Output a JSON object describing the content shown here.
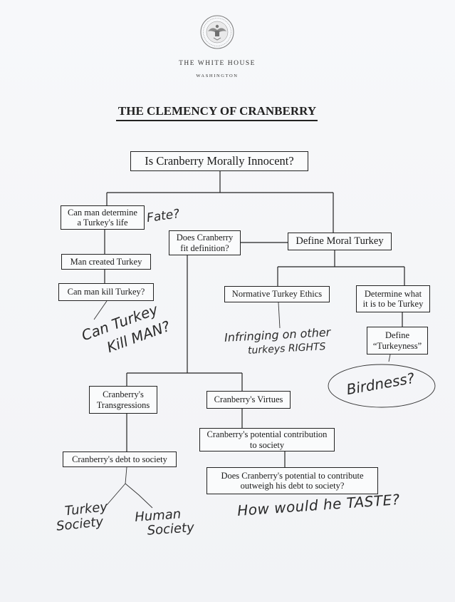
{
  "header": {
    "institution": "THE WHITE HOUSE",
    "location": "WASHINGTON"
  },
  "document_title": "THE CLEMENCY OF CRANBERRY",
  "nodes": {
    "root": "Is Cranberry Morally Innocent?",
    "can_man_determine_1": "Can man determine",
    "can_man_determine_2": "a Turkey's",
    "can_man_determine_struck": "life",
    "does_fit_1": "Does Cranberry",
    "does_fit_2": "fit definition?",
    "define_moral_turkey": "Define Moral Turkey",
    "man_created": "Man created Turkey",
    "can_man_kill": "Can man kill Turkey?",
    "normative_ethics": "Normative Turkey Ethics",
    "determine_1": "Determine what",
    "determine_2": "it is to be Turkey",
    "define_turkeyness_1": "Define",
    "define_turkeyness_2": "“Turkeyness”",
    "transgressions_1": "Cranberry's",
    "transgressions_2": "Transgressions",
    "virtues": "Cranberry's Virtues",
    "potential_contribution_1": "Cranberry's potential contribution",
    "potential_contribution_2": "to society",
    "debt_to_society": "Cranberry's debt to society",
    "outweigh_1": "Does Cranberry's potential to contribute",
    "outweigh_2": "outweigh his debt to society?"
  },
  "handwriting": {
    "fate": "Fate?",
    "can_turkey_1": "Can Turkey",
    "can_turkey_2": "Kill MAN?",
    "infringing_1": "Infringing on other",
    "infringing_2": "turkeys RIGHTS",
    "birdness": "Birdness?",
    "turkey_society_1": "Turkey",
    "turkey_society_2": "Society",
    "human_society_1": "Human",
    "human_society_2": "Society",
    "taste": "How would he TASTE?"
  }
}
